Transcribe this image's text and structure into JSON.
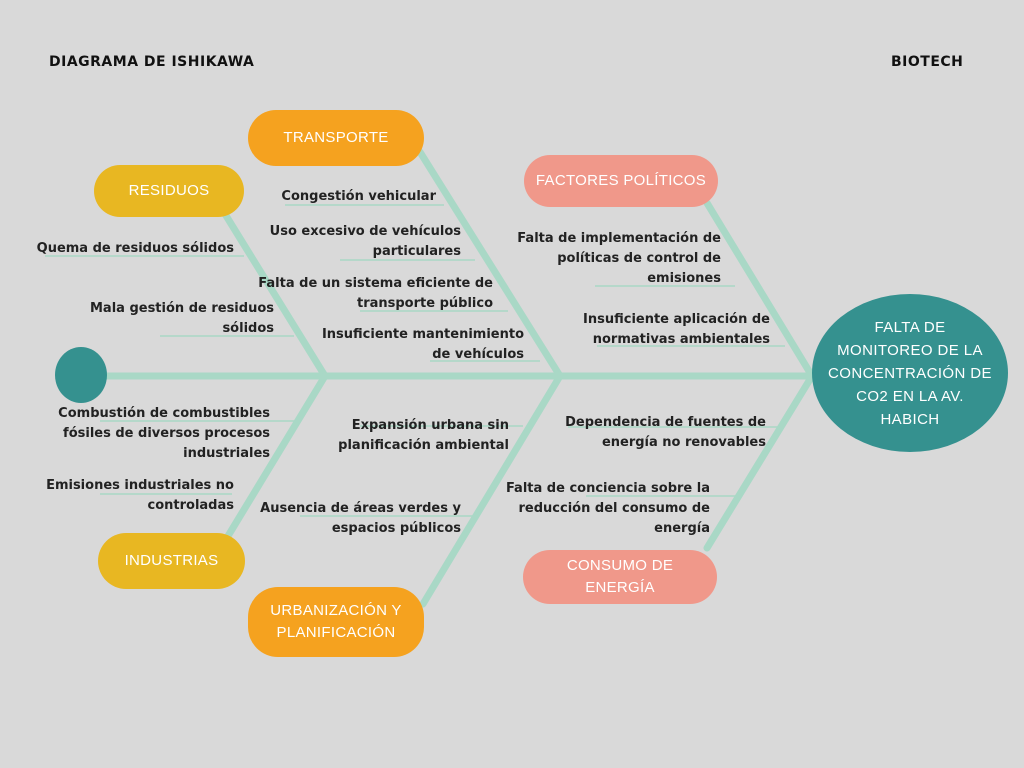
{
  "header": {
    "title": "DIAGRAMA DE ISHIKAWA",
    "brand": "BIOTECH"
  },
  "problem": "FALTA DE MONITOREO DE LA CONCENTRACIÓN DE CO2 EN LA AV. HABICH",
  "colors": {
    "background": "#d9d9d9",
    "bone": "#a9d8c6",
    "head": "#35918f",
    "yellow": "#e8b722",
    "orange": "#f5a21f",
    "salmon": "#f0988a"
  },
  "categories": {
    "residuos": {
      "label": "RESIDUOS",
      "causes": [
        "Quema de residuos sólidos",
        "Mala gestión de residuos\nsólidos"
      ]
    },
    "transporte": {
      "label": "TRANSPORTE",
      "causes": [
        "Congestión vehicular",
        "Uso excesivo de vehículos\nparticulares",
        "Falta de un sistema eficiente de\ntransporte público",
        "Insuficiente mantenimiento\nde vehículos"
      ]
    },
    "factores_politicos": {
      "label": "FACTORES POLÍTICOS",
      "causes": [
        "Falta de implementación de\npolíticas de control de\nemisiones",
        "Insuficiente aplicación de\nnormativas ambientales"
      ]
    },
    "industrias": {
      "label": "INDUSTRIAS",
      "causes": [
        "Combustión de combustibles\nfósiles de diversos procesos\nindustriales",
        "Emisiones industriales no\ncontroladas"
      ]
    },
    "urbanizacion": {
      "label": "URBANIZACIÓN Y\nPLANIFICACIÓN",
      "causes": [
        "Expansión urbana sin\nplanificación ambiental",
        "Ausencia de áreas verdes y\nespacios públicos"
      ]
    },
    "consumo_energia": {
      "label": "CONSUMO DE ENERGÍA",
      "causes": [
        "Dependencia de fuentes de\nenergía no renovables",
        "Falta de conciencia sobre la\nreducción del consumo de\nenergía"
      ]
    }
  }
}
